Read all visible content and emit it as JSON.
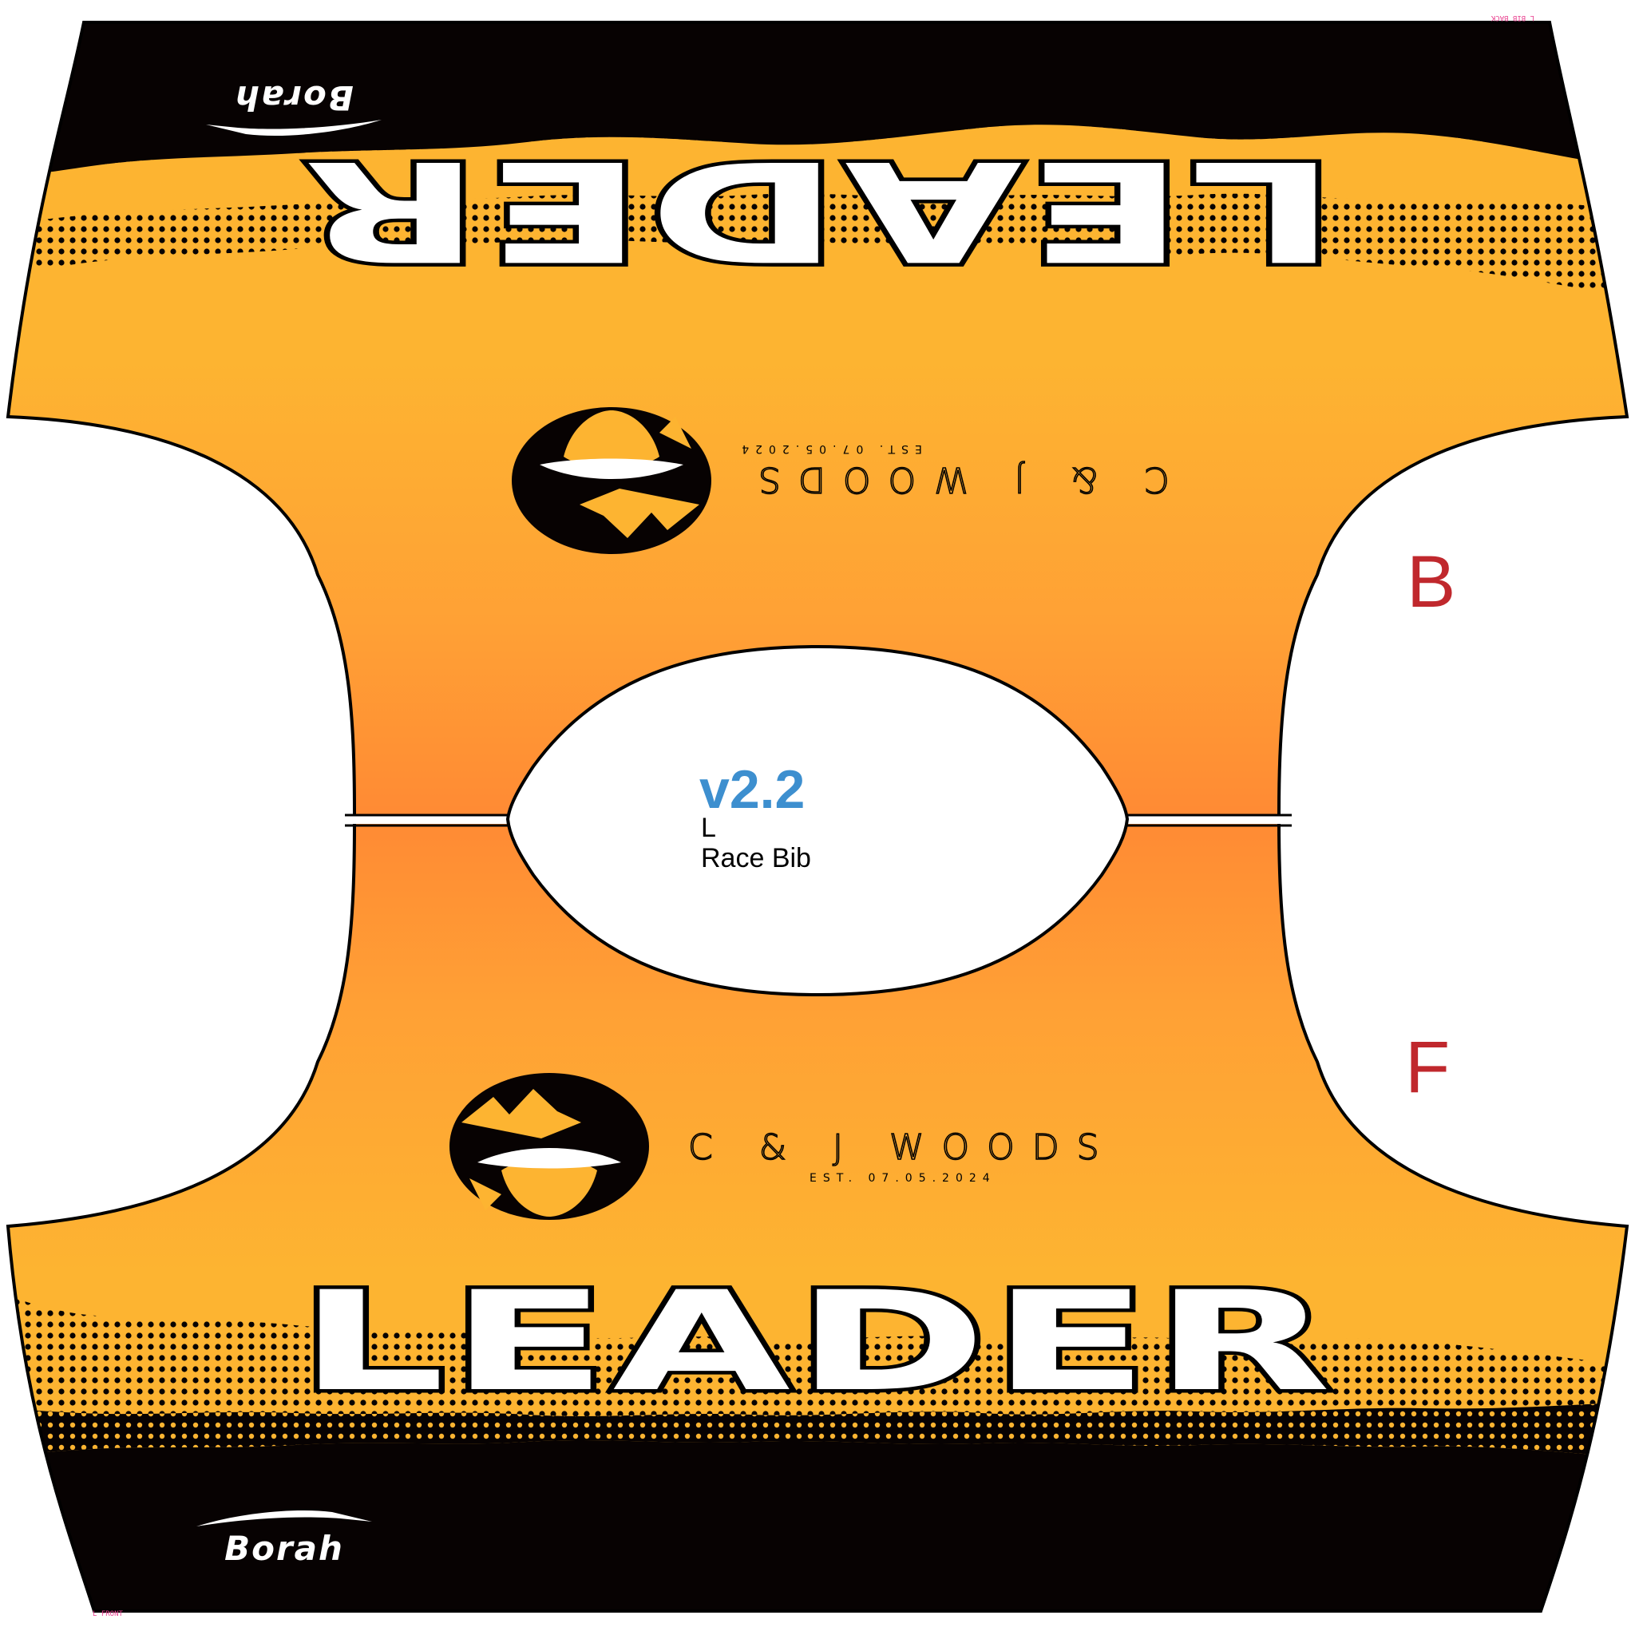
{
  "panels": {
    "back": {
      "headline": "LEADER",
      "company": "C & J WOODS",
      "established": "EST. 07.05.2024",
      "brand": "Borah",
      "side_marker": "B",
      "corner_tag": "L BIB BACK"
    },
    "front": {
      "headline": "LEADER",
      "company": "C & J WOODS",
      "established": "EST. 07.05.2024",
      "brand": "Borah",
      "side_marker": "F",
      "corner_tag": "L FRONT"
    }
  },
  "center_label": {
    "version": "v2.2",
    "size": "L",
    "product": "Race Bib"
  },
  "colors": {
    "black": "#070202",
    "orange_light": "#fdb431",
    "orange_mid": "#ff9236",
    "orange_deep": "#ff8a34",
    "version_blue": "#3d8fcf",
    "marker_red": "#c0282d",
    "tag_pink": "#e8418f"
  },
  "icons": [
    "borah-swoosh-icon",
    "mountain-hat-logo-icon"
  ]
}
